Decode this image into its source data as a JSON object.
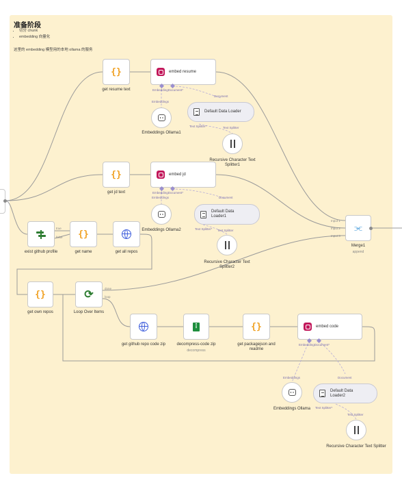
{
  "sticky": {
    "title": "准备阶段",
    "bullets": [
      "切分 chunk",
      "embedding 向量化"
    ],
    "desc": "这里的 embedding 模型用的本地 ollama 的服务"
  },
  "nodes": {
    "get_resume_text": "get resume text",
    "embed_resume": "embed resume",
    "embeddings_ollama1": "Embeddings Ollama1",
    "default_data_loader": "Default Data Loader",
    "recursive_splitter1": "Recursive Character Text Splitter1",
    "get_jd_text": "get jd text",
    "embed_jd": "embed jd",
    "embeddings_ollama2": "Embeddings Ollama2",
    "default_data_loader1": "Default Data Loader1",
    "recursive_splitter2": "Recursive Character Text Splitter2",
    "exist_github_profile": "exist github profile",
    "get_name": "get name",
    "get_all_repos": "get all repos",
    "merge1": "Merge1",
    "merge1_sub": "append",
    "get_own_repos": "get own repos",
    "loop_over_items": "Loop Over Items",
    "get_github_repo_code_zip": "get github repo code zip",
    "decompress_code_zip": "decompress-code zip",
    "decompress_sub": "decompress",
    "get_packagejson_readme": "get packagejson and readme",
    "embed_code": "embed code",
    "embeddings_ollama": "Embeddings Ollama",
    "default_data_loader2": "Default Data Loader2",
    "recursive_splitter": "Recursive Character Text Splitter"
  },
  "ports": {
    "embedding_doc": "EmbeddingDocument*",
    "document": "Document",
    "embeddings": "Embeddings",
    "text_splitter_star": "Text Splitter*",
    "text_splitter": "Text Splitter",
    "true": "true",
    "false": "false",
    "done": "done",
    "loop": "loop",
    "input1": "Input 1",
    "input2": "Input 2",
    "input3": "Input 3"
  },
  "icons": [
    "code-braces-icon",
    "ai-vector-store-icon",
    "robot-icon",
    "document-icon",
    "splitter-icon",
    "globe-icon",
    "signpost-icon",
    "loop-icon",
    "zip-file-icon",
    "merge-icon"
  ]
}
